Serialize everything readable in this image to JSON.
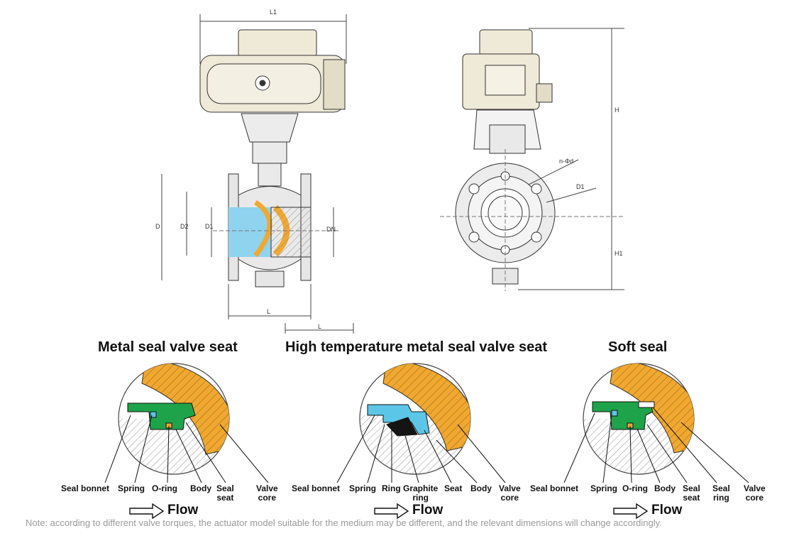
{
  "titles": {
    "metal": "Metal seal valve seat",
    "hightemp": "High temperature metal seal valve seat",
    "soft": "Soft seal"
  },
  "dimensions": {
    "l1": "L1",
    "l": "L",
    "l2": "L",
    "d": "D",
    "d2": "D2",
    "d1": "D1",
    "dn": "DN",
    "h": "H",
    "h1": "H1",
    "nd": "n-Φd",
    "d1r": "D1"
  },
  "metal_labels": {
    "seal_bonnet": "Seal bonnet",
    "spring": "Spring",
    "o_ring": "O-ring",
    "body": "Body",
    "seal_seat": "Seal\nseat",
    "valve_core": "Valve\ncore"
  },
  "hightemp_labels": {
    "seal_bonnet": "Seal bonnet",
    "spring": "Spring",
    "ring": "Ring",
    "graphite_ring": "Graphite\nring",
    "seat": "Seat",
    "body": "Body",
    "valve_core": "Valve\ncore"
  },
  "soft_labels": {
    "seal_bonnet": "Seal bonnet",
    "spring": "Spring",
    "o_ring": "O-ring",
    "body": "Body",
    "seal_seat": "Seal\nseat",
    "seal_ring": "Seal\nring",
    "valve_core": "Valve\ncore"
  },
  "flow_label": "Flow",
  "note": "Note: according to different valve torques, the actuator model suitable for the medium may be different, and the relevant dimensions will change accordingly.",
  "colors": {
    "core_orange": "#f0a830",
    "seat_green": "#1fa34a",
    "ptfe_blue": "#5cc6e8",
    "graphite_black": "#141414",
    "actuator_beige": "#efe9d8",
    "bore_blue": "#8fd3ee"
  }
}
